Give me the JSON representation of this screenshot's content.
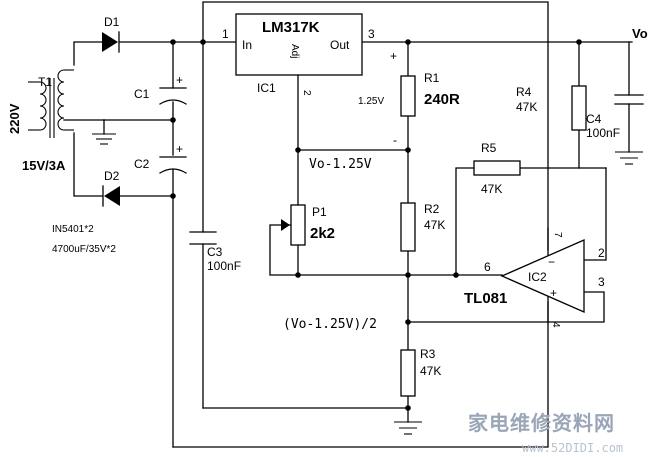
{
  "ic_regulator": {
    "part": "LM317K",
    "designator": "IC1",
    "pin_in": "In",
    "pin_out": "Out",
    "pin_adj": "Adj",
    "pin1": "1",
    "pin2": "2",
    "pin3": "3"
  },
  "output_label": "Vo",
  "transformer": {
    "designator": "T1",
    "primary": "220V",
    "secondary": "15V/3A"
  },
  "diodes": {
    "d1": "D1",
    "d2": "D2",
    "part_note": "IN5401*2"
  },
  "capacitors": {
    "c1": "C1",
    "c2": "C2",
    "plus": "+",
    "value_note": "4700uF/35V*2",
    "c3": "C3",
    "c3_value": "100nF",
    "c4": "C4",
    "c4_value": "100nF"
  },
  "resistors": {
    "r1": "R1",
    "r1_value": "240R",
    "r1_voltage": "1.25V",
    "plus": "+",
    "minus": "-",
    "r2": "R2",
    "r2_value": "47K",
    "r3": "R3",
    "r3_value": "47K",
    "r4": "R4",
    "r4_value": "47K",
    "r5": "R5",
    "r5_value": "47K"
  },
  "potentiometer": {
    "designator": "P1",
    "value": "2k2"
  },
  "node_labels": {
    "vo_minus": "Vo-1.25V",
    "half": "(Vo-1.25V)/2"
  },
  "opamp": {
    "part": "TL081",
    "designator": "IC2",
    "pin2": "2",
    "pin3": "3",
    "pin4": "4",
    "pin6": "6",
    "pin7": "7",
    "minus": "−",
    "plus": "+"
  },
  "watermark": {
    "text": "家电维修资料网",
    "url": "www.52DIDI.com"
  }
}
